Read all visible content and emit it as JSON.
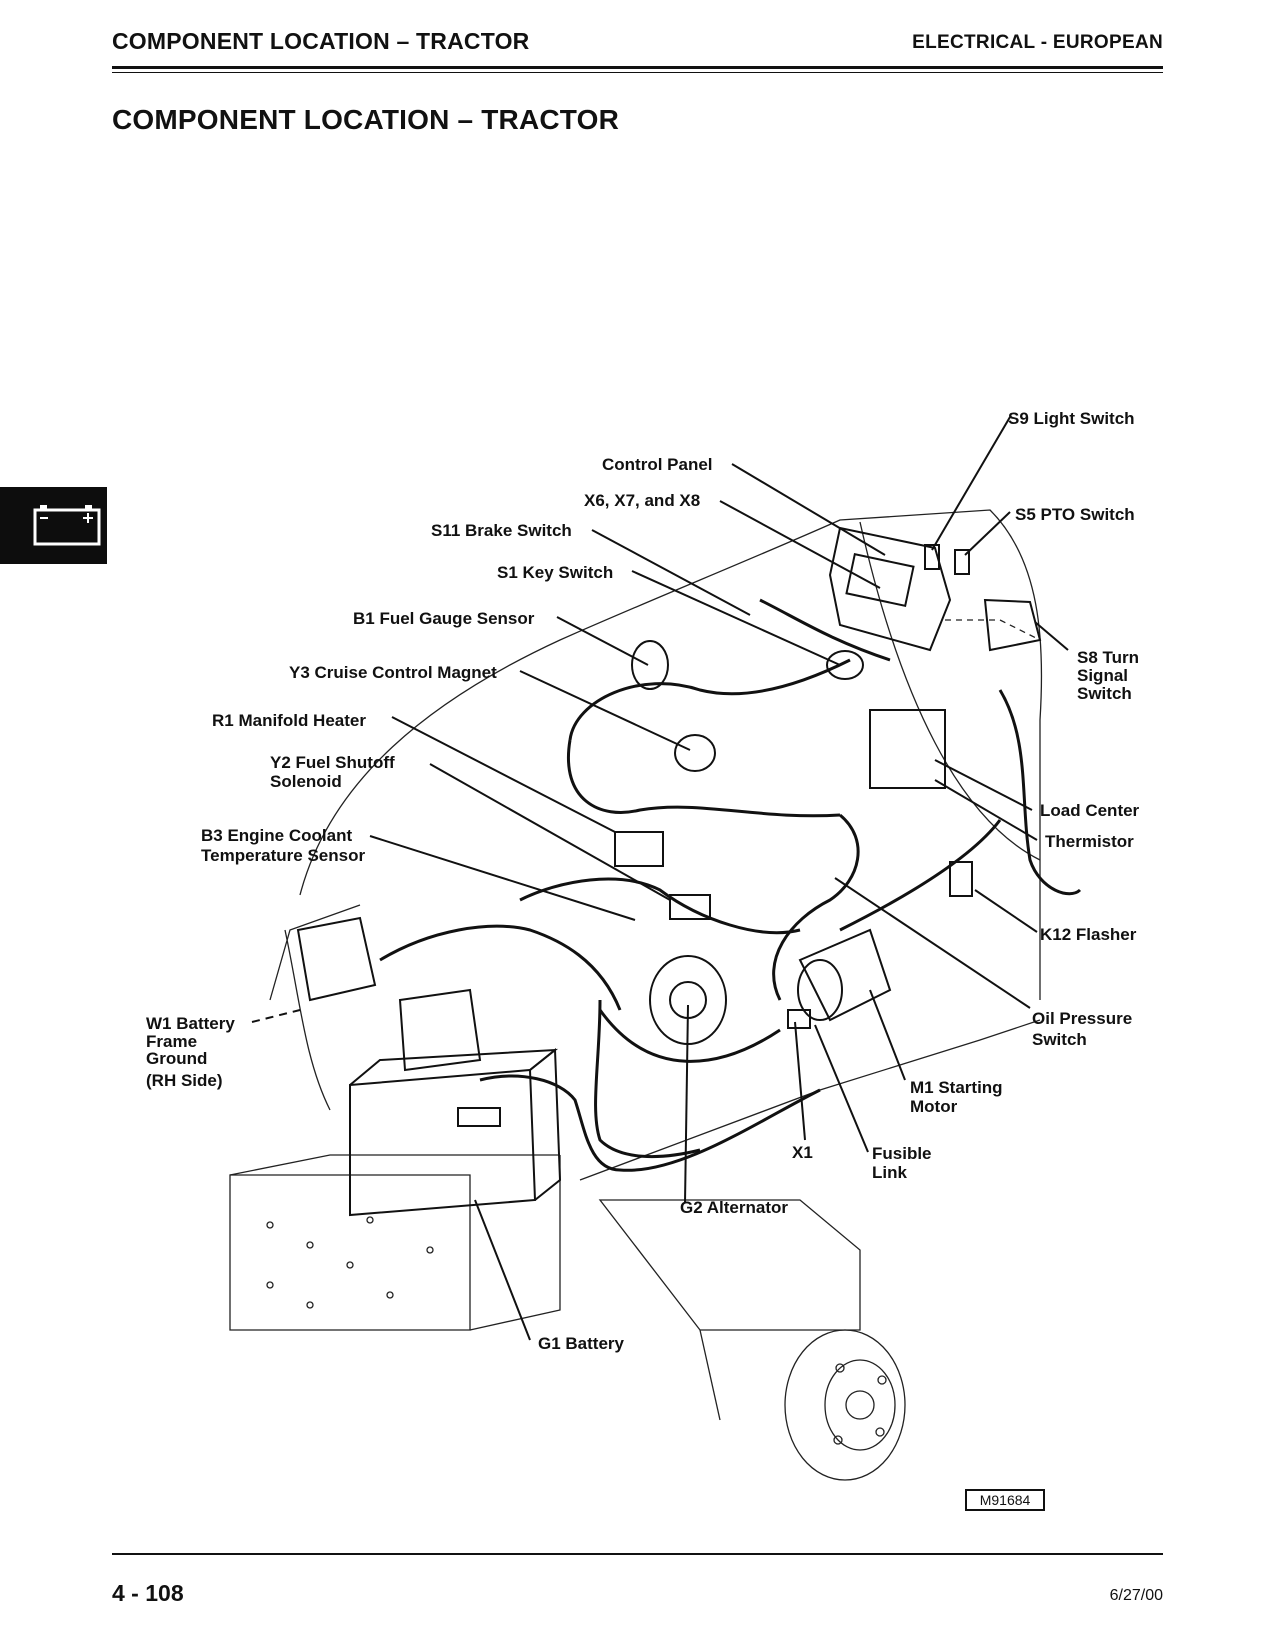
{
  "header": {
    "title": "COMPONENT LOCATION – TRACTOR",
    "section": "ELECTRICAL - EUROPEAN"
  },
  "page_title": "COMPONENT LOCATION – TRACTOR",
  "side_tab": {
    "icon": "battery-icon"
  },
  "callouts": {
    "s9": "S9 Light Switch",
    "control_panel": "Control Panel",
    "x678": "X6, X7, and X8",
    "s5": "S5 PTO Switch",
    "s11": "S11 Brake Switch",
    "s1": "S1 Key Switch",
    "b1": "B1 Fuel Gauge Sensor",
    "s8": [
      "S8 Turn",
      "Signal",
      "Switch"
    ],
    "y3": "Y3 Cruise Control Magnet",
    "r1": "R1 Manifold Heater",
    "y2": [
      "Y2 Fuel Shutoff",
      "Solenoid"
    ],
    "load_center": "Load Center",
    "thermistor": "Thermistor",
    "b3": [
      "B3 Engine Coolant",
      "Temperature Sensor"
    ],
    "k12": "K12 Flasher",
    "w1": [
      "W1 Battery",
      "Frame",
      "Ground",
      "(RH Side)"
    ],
    "oil_pressure": [
      "Oil Pressure",
      "Switch"
    ],
    "m1": [
      "M1 Starting",
      "Motor"
    ],
    "x1": "X1",
    "fusible": [
      "Fusible",
      "Link"
    ],
    "g2": "G2 Alternator",
    "g1": "G1 Battery"
  },
  "figure_id": "M91684",
  "footer": {
    "page_number": "4 - 108",
    "date": "6/27/00"
  }
}
